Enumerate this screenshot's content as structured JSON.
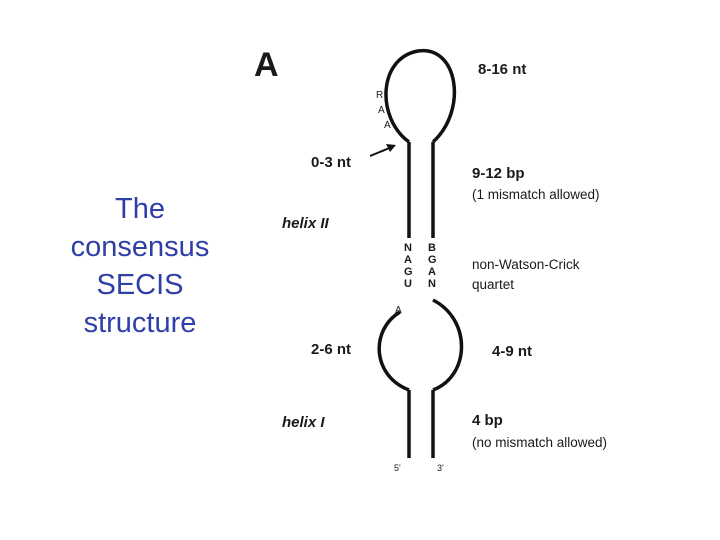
{
  "slide": {
    "title_lines": [
      "The",
      "consensus",
      "SECIS",
      "structure"
    ]
  },
  "figure": {
    "panel_letter": "A",
    "apical_loop_size": "8-16 nt",
    "unpaired_5prime": "0-3 nt",
    "helix2_length": "9-12 bp",
    "helix2_note": "(1 mismatch allowed)",
    "helix2_label": "helix II",
    "quartet_label_line1": "non-Watson-Crick",
    "quartet_label_line2": "quartet",
    "internal_loop_left": "2-6 nt",
    "internal_loop_right": "4-9  nt",
    "helix1_label": "helix I",
    "helix1_length": "4 bp",
    "helix1_note": "(no mismatch allowed)",
    "end_5": "5'",
    "end_3": "3'",
    "loop_nucleotides": [
      "R",
      "A",
      "A"
    ],
    "quartet_left": [
      "N",
      "A",
      "G",
      "U"
    ],
    "quartet_right": [
      "B",
      "G",
      "A",
      "N"
    ],
    "internal_loop_nucleotide": "A"
  }
}
